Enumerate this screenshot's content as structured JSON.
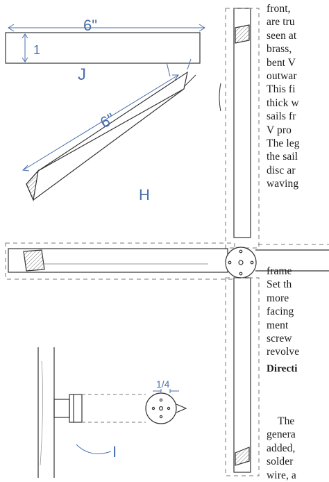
{
  "figure": {
    "label_j": "J",
    "label_h": "H",
    "label_i": "I",
    "dim_j_length": "6\"",
    "dim_j_width": "1",
    "dim_h_length": "6\"",
    "dim_i": "1/4"
  },
  "text": {
    "top_lines": [
      "front,",
      "are tru",
      "seen at",
      "brass,",
      "bent V",
      "outwar",
      "This fi",
      "thick w",
      "sails fr",
      "V pro",
      "The leg",
      "the sail",
      "disc ar",
      "waving"
    ],
    "mid_lines": [
      "frame",
      "Set th",
      "more",
      "facing",
      "ment",
      "screw",
      "revolve"
    ],
    "heading": "Directi",
    "bottom_lines": [
      "The",
      "genera",
      "added,",
      "solder",
      "wire, a"
    ]
  }
}
